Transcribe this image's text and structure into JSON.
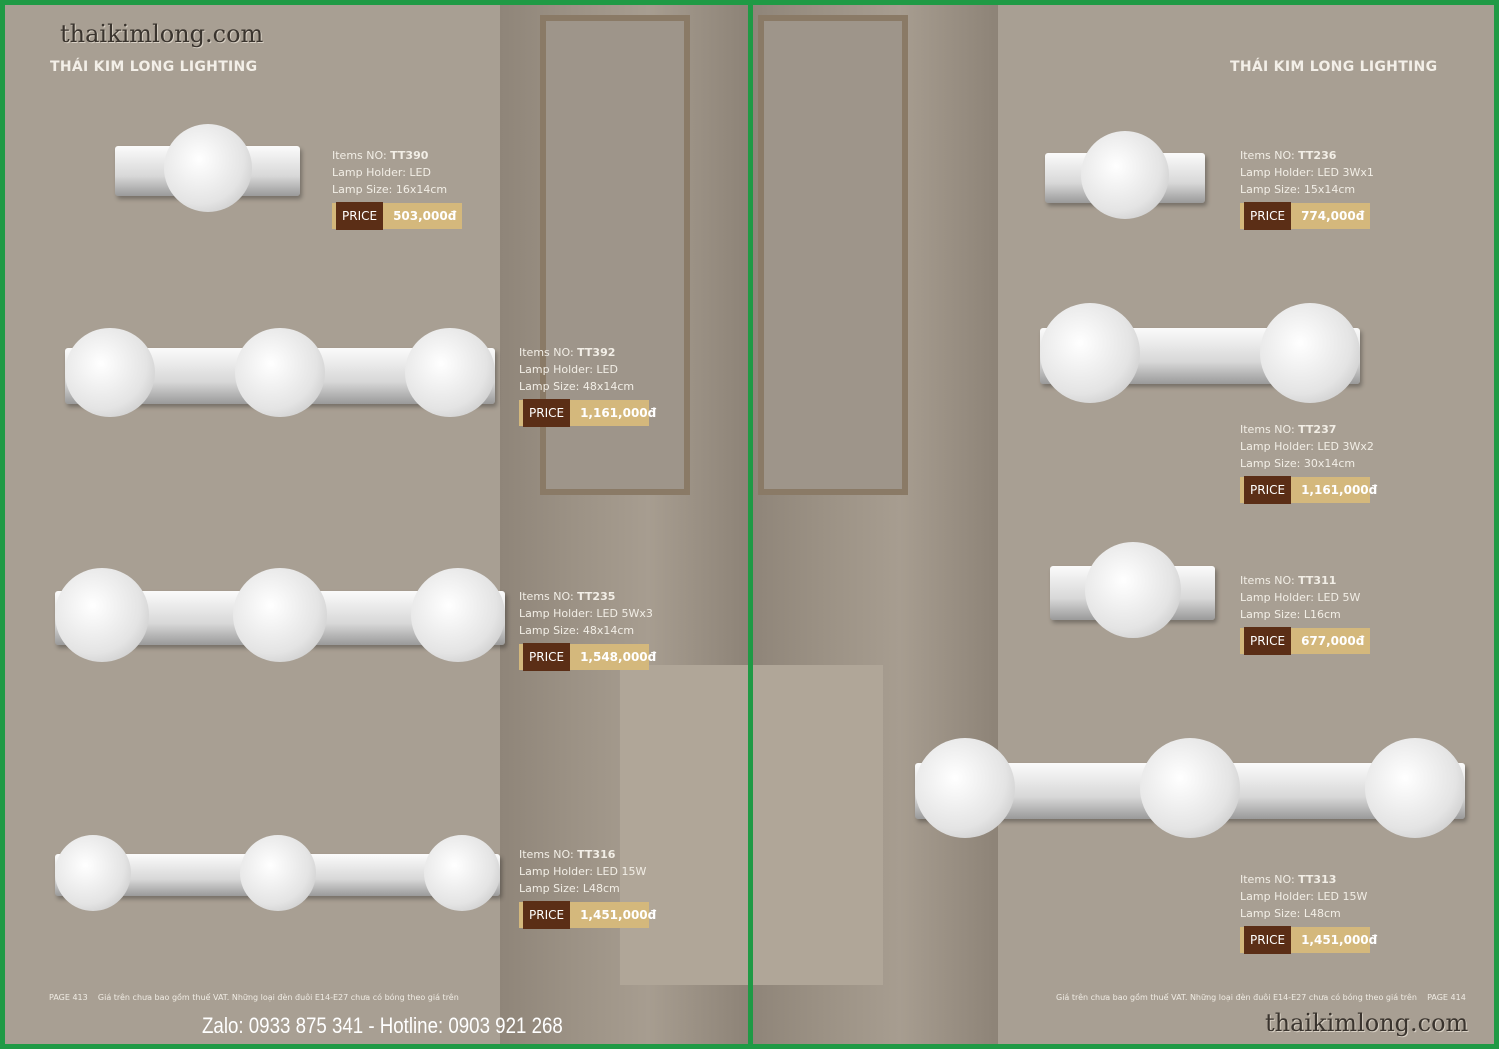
{
  "site": "thaikimlong.com",
  "brand": "THÁI KIM LONG LIGHTING",
  "price_label": "PRICE",
  "labels": {
    "item": "Items NO: ",
    "holder": "Lamp Holder: ",
    "size": "Lamp Size: "
  },
  "left": {
    "products": [
      {
        "id": "TT390",
        "holder": "LED",
        "size": "16x14cm",
        "price": "503,000đ",
        "heads": 1
      },
      {
        "id": "TT392",
        "holder": "LED",
        "size": "48x14cm",
        "price": "1,161,000đ",
        "heads": 3
      },
      {
        "id": "TT235",
        "holder": "LED 5Wx3",
        "size": "48x14cm",
        "price": "1,548,000đ",
        "heads": 3
      },
      {
        "id": "TT316",
        "holder": "LED 15W",
        "size": "L48cm",
        "price": "1,451,000đ",
        "heads": 3
      }
    ],
    "page": "PAGE 413",
    "note": "Giá trên chưa bao gồm thuế VAT. Những loại đèn đuôi E14-E27 chưa có bóng theo giá trên",
    "contact": "Zalo: 0933 875 341 - Hotline: 0903 921 268"
  },
  "right": {
    "products": [
      {
        "id": "TT236",
        "holder": "LED 3Wx1",
        "size": "15x14cm",
        "price": "774,000đ",
        "heads": 1
      },
      {
        "id": "TT237",
        "holder": "LED 3Wx2",
        "size": "30x14cm",
        "price": "1,161,000đ",
        "heads": 2
      },
      {
        "id": "TT311",
        "holder": "LED 5W",
        "size": "L16cm",
        "price": "677,000đ",
        "heads": 1
      },
      {
        "id": "TT313",
        "holder": "LED 15W",
        "size": "L48cm",
        "price": "1,451,000đ",
        "heads": 3
      }
    ],
    "page": "PAGE 414",
    "note": "Giá trên chưa bao gồm thuế VAT. Những loại đèn đuôi E14-E27 chưa có bóng theo giá trên"
  }
}
